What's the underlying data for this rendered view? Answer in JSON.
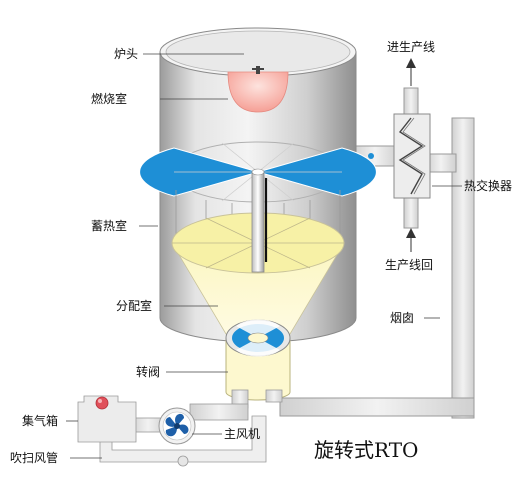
{
  "title": "旋转式RTO",
  "labels": {
    "furnace_head": "炉头",
    "combustion_chamber": "燃烧室",
    "regenerator_chamber": "蓄热室",
    "distribution_chamber": "分配室",
    "rotary_valve": "转阀",
    "gas_collection_box": "集气箱",
    "purge_duct": "吹扫风管",
    "main_fan": "主风机",
    "to_production_line": "进生产线",
    "heat_exchanger": "热交换器",
    "return_from_production_line": "生产线回",
    "chimney": "烟囱"
  },
  "colors": {
    "vessel_steel": "#c8c8c8",
    "flame_pink": "#f7a9a0",
    "sector_blue": "#1e8fd6",
    "bed_yellow": "#f8f3b0",
    "duct_gray": "#e6e6e6",
    "indicator_red": "#e0505a"
  }
}
